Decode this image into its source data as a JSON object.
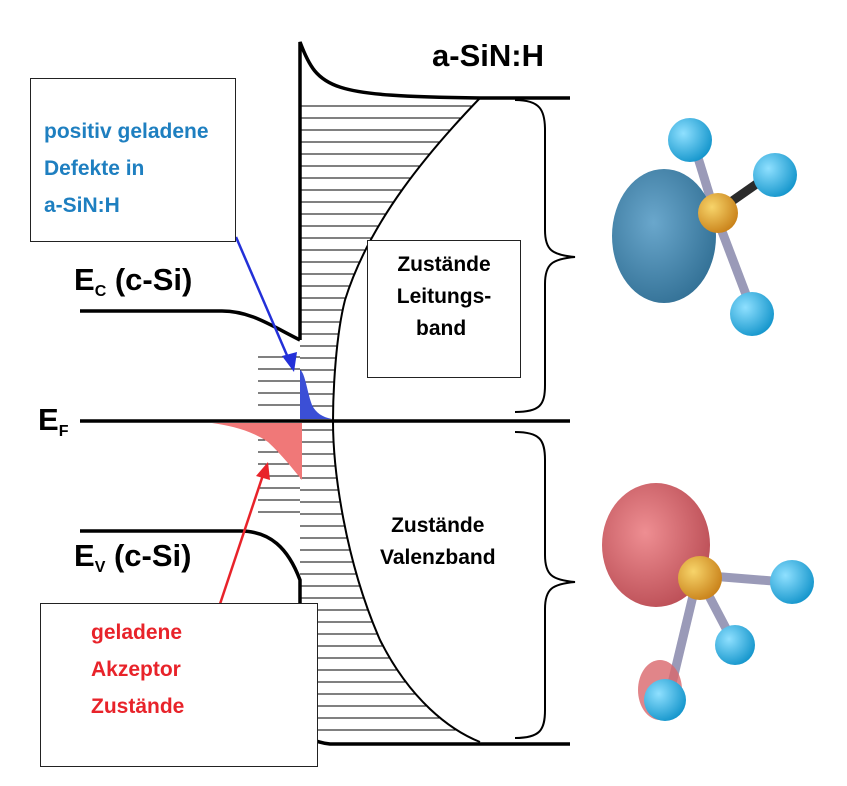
{
  "material_label": "a-SiN:H",
  "ec_label": {
    "main": "E",
    "sub": "C",
    "rest": " (c-Si)"
  },
  "ev_label": {
    "main": "E",
    "sub": "V",
    "rest": " (c-Si)"
  },
  "ef_label": {
    "main": "E",
    "sub": "F"
  },
  "conduction_states": [
    "Zustände",
    "Leitungs-",
    "band"
  ],
  "valence_states": [
    "Zustände",
    "Valenzband"
  ],
  "defects_callout": {
    "lines": [
      "positiv geladene",
      "Defekte in",
      "a-SiN:H"
    ],
    "color": "#1e7fc0"
  },
  "acceptor_callout": {
    "lines": [
      "geladene",
      "Akzeptor",
      "Zustände"
    ],
    "color": "#e8232a"
  },
  "colors": {
    "defect_fill": "#3b4fd6",
    "acceptor_fill": "#f07878",
    "orbital_blue": "#3f7fa6",
    "orbital_red": "#d9666c",
    "atom_cyan": "#26b6e8",
    "atom_gold": "#e9a92b",
    "bond": "#9a9ab8"
  }
}
